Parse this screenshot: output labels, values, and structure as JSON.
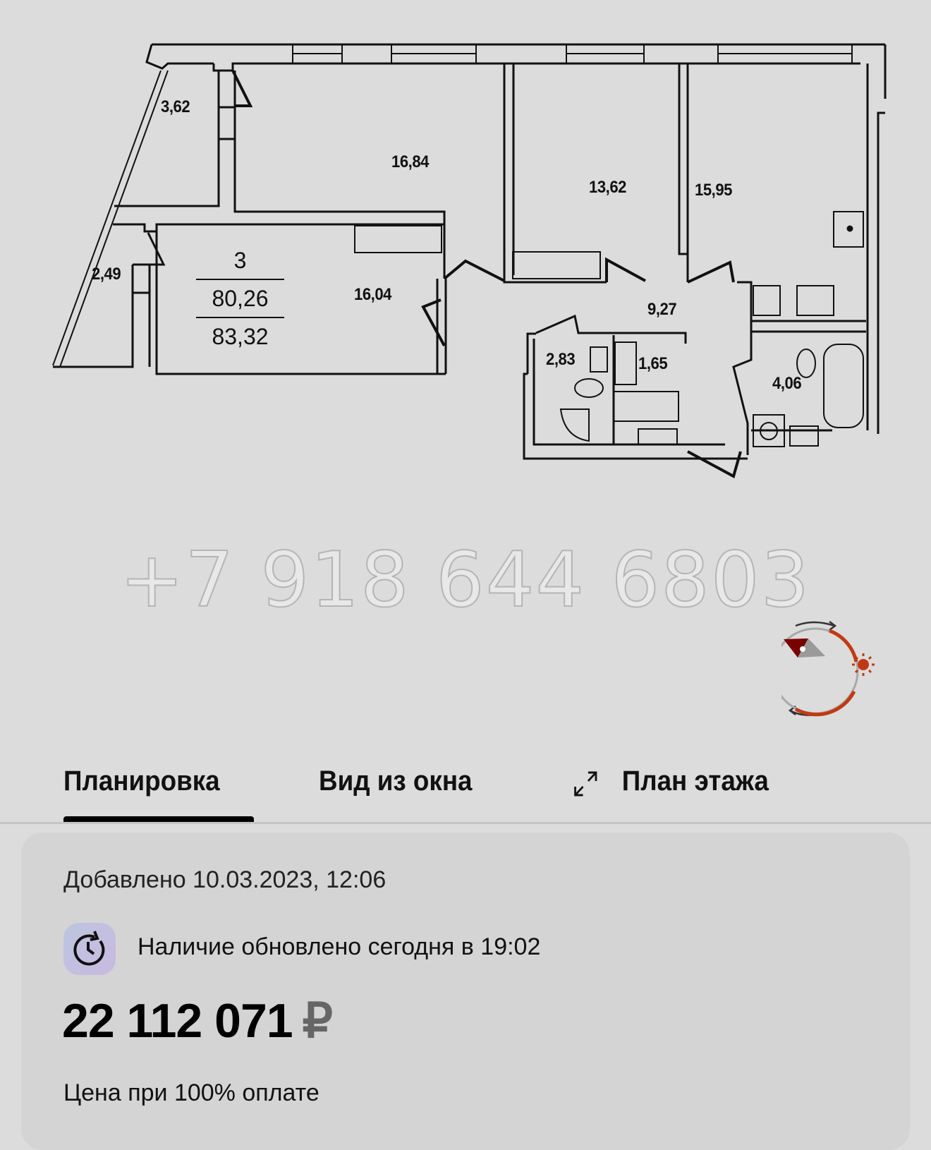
{
  "floorplan": {
    "rooms": [
      {
        "id": "balcony-top",
        "area": "3,62"
      },
      {
        "id": "living-left",
        "area": "16,84"
      },
      {
        "id": "bedroom-middle",
        "area": "13,62"
      },
      {
        "id": "kitchen",
        "area": "15,95"
      },
      {
        "id": "balcony-bottom",
        "area": "2,49"
      },
      {
        "id": "bedroom-left",
        "area": "16,04"
      },
      {
        "id": "hall",
        "area": "9,27"
      },
      {
        "id": "bathroom-small",
        "area": "2,83"
      },
      {
        "id": "closet",
        "area": "1,65"
      },
      {
        "id": "bathroom-large",
        "area": "4,06"
      }
    ],
    "summary": {
      "rooms_count": "3",
      "living_area": "80,26",
      "total_area": "83,32"
    }
  },
  "watermark": "+7 918 644 6803",
  "compass": {
    "icon": "compass-sun-orientation-icon",
    "accent_color": "#c13a12",
    "needle_color": "#7a0000"
  },
  "tabs": [
    {
      "label": "Планировка",
      "active": true
    },
    {
      "label": "Вид из окна",
      "active": false
    },
    {
      "label": "План этажа",
      "active": false,
      "icon": "expand-icon"
    }
  ],
  "info": {
    "added": "Добавлено 10.03.2023, 12:06",
    "availability_updated": "Наличие обновлено сегодня в 19:02",
    "availability_icon": "clock-refresh-icon",
    "price": "22 112 071",
    "currency": "₽",
    "price_note": "Цена при 100% оплате"
  }
}
